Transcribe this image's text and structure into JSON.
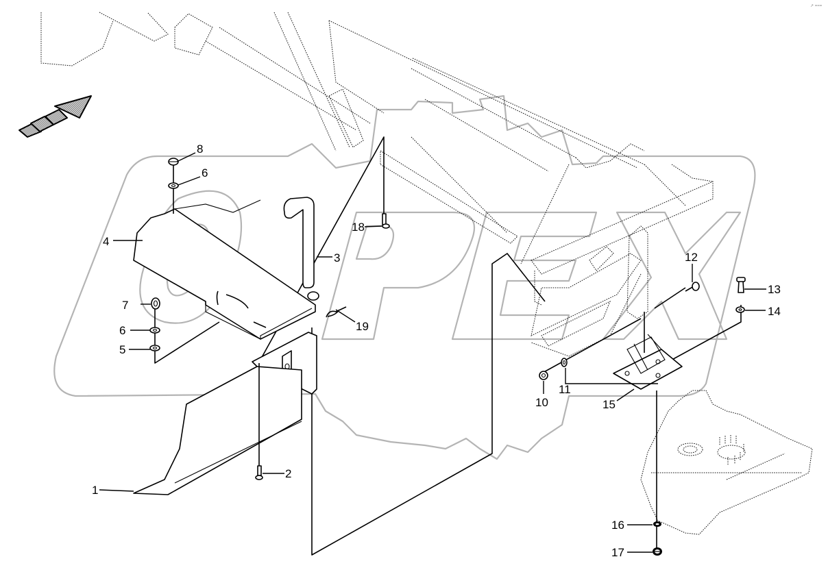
{
  "diagram": {
    "kind": "exploded parts diagram",
    "watermark_text": "OPEX",
    "orientation_arrow": "direction-of-travel-arrow",
    "corner_mark": "↗ ===",
    "callouts": [
      {
        "id": "1",
        "label": "1",
        "part": "deflector blade"
      },
      {
        "id": "2",
        "label": "2",
        "part": "bolt"
      },
      {
        "id": "3",
        "label": "3",
        "part": "bent pin"
      },
      {
        "id": "4",
        "label": "4",
        "part": "mounting plate"
      },
      {
        "id": "5",
        "label": "5",
        "part": "washer"
      },
      {
        "id": "6a",
        "label": "6",
        "part": "washer"
      },
      {
        "id": "6b",
        "label": "6",
        "part": "washer"
      },
      {
        "id": "7",
        "label": "7",
        "part": "eye bolt"
      },
      {
        "id": "8",
        "label": "8",
        "part": "nut"
      },
      {
        "id": "10",
        "label": "10",
        "part": "nut"
      },
      {
        "id": "11",
        "label": "11",
        "part": "washer"
      },
      {
        "id": "12",
        "label": "12",
        "part": "bolt"
      },
      {
        "id": "13",
        "label": "13",
        "part": "bolt"
      },
      {
        "id": "14",
        "label": "14",
        "part": "washer"
      },
      {
        "id": "15",
        "label": "15",
        "part": "bracket"
      },
      {
        "id": "16",
        "label": "16",
        "part": "washer"
      },
      {
        "id": "17",
        "label": "17",
        "part": "nut"
      },
      {
        "id": "18",
        "label": "18",
        "part": "bolt"
      },
      {
        "id": "19",
        "label": "19",
        "part": "linch pin"
      }
    ]
  }
}
